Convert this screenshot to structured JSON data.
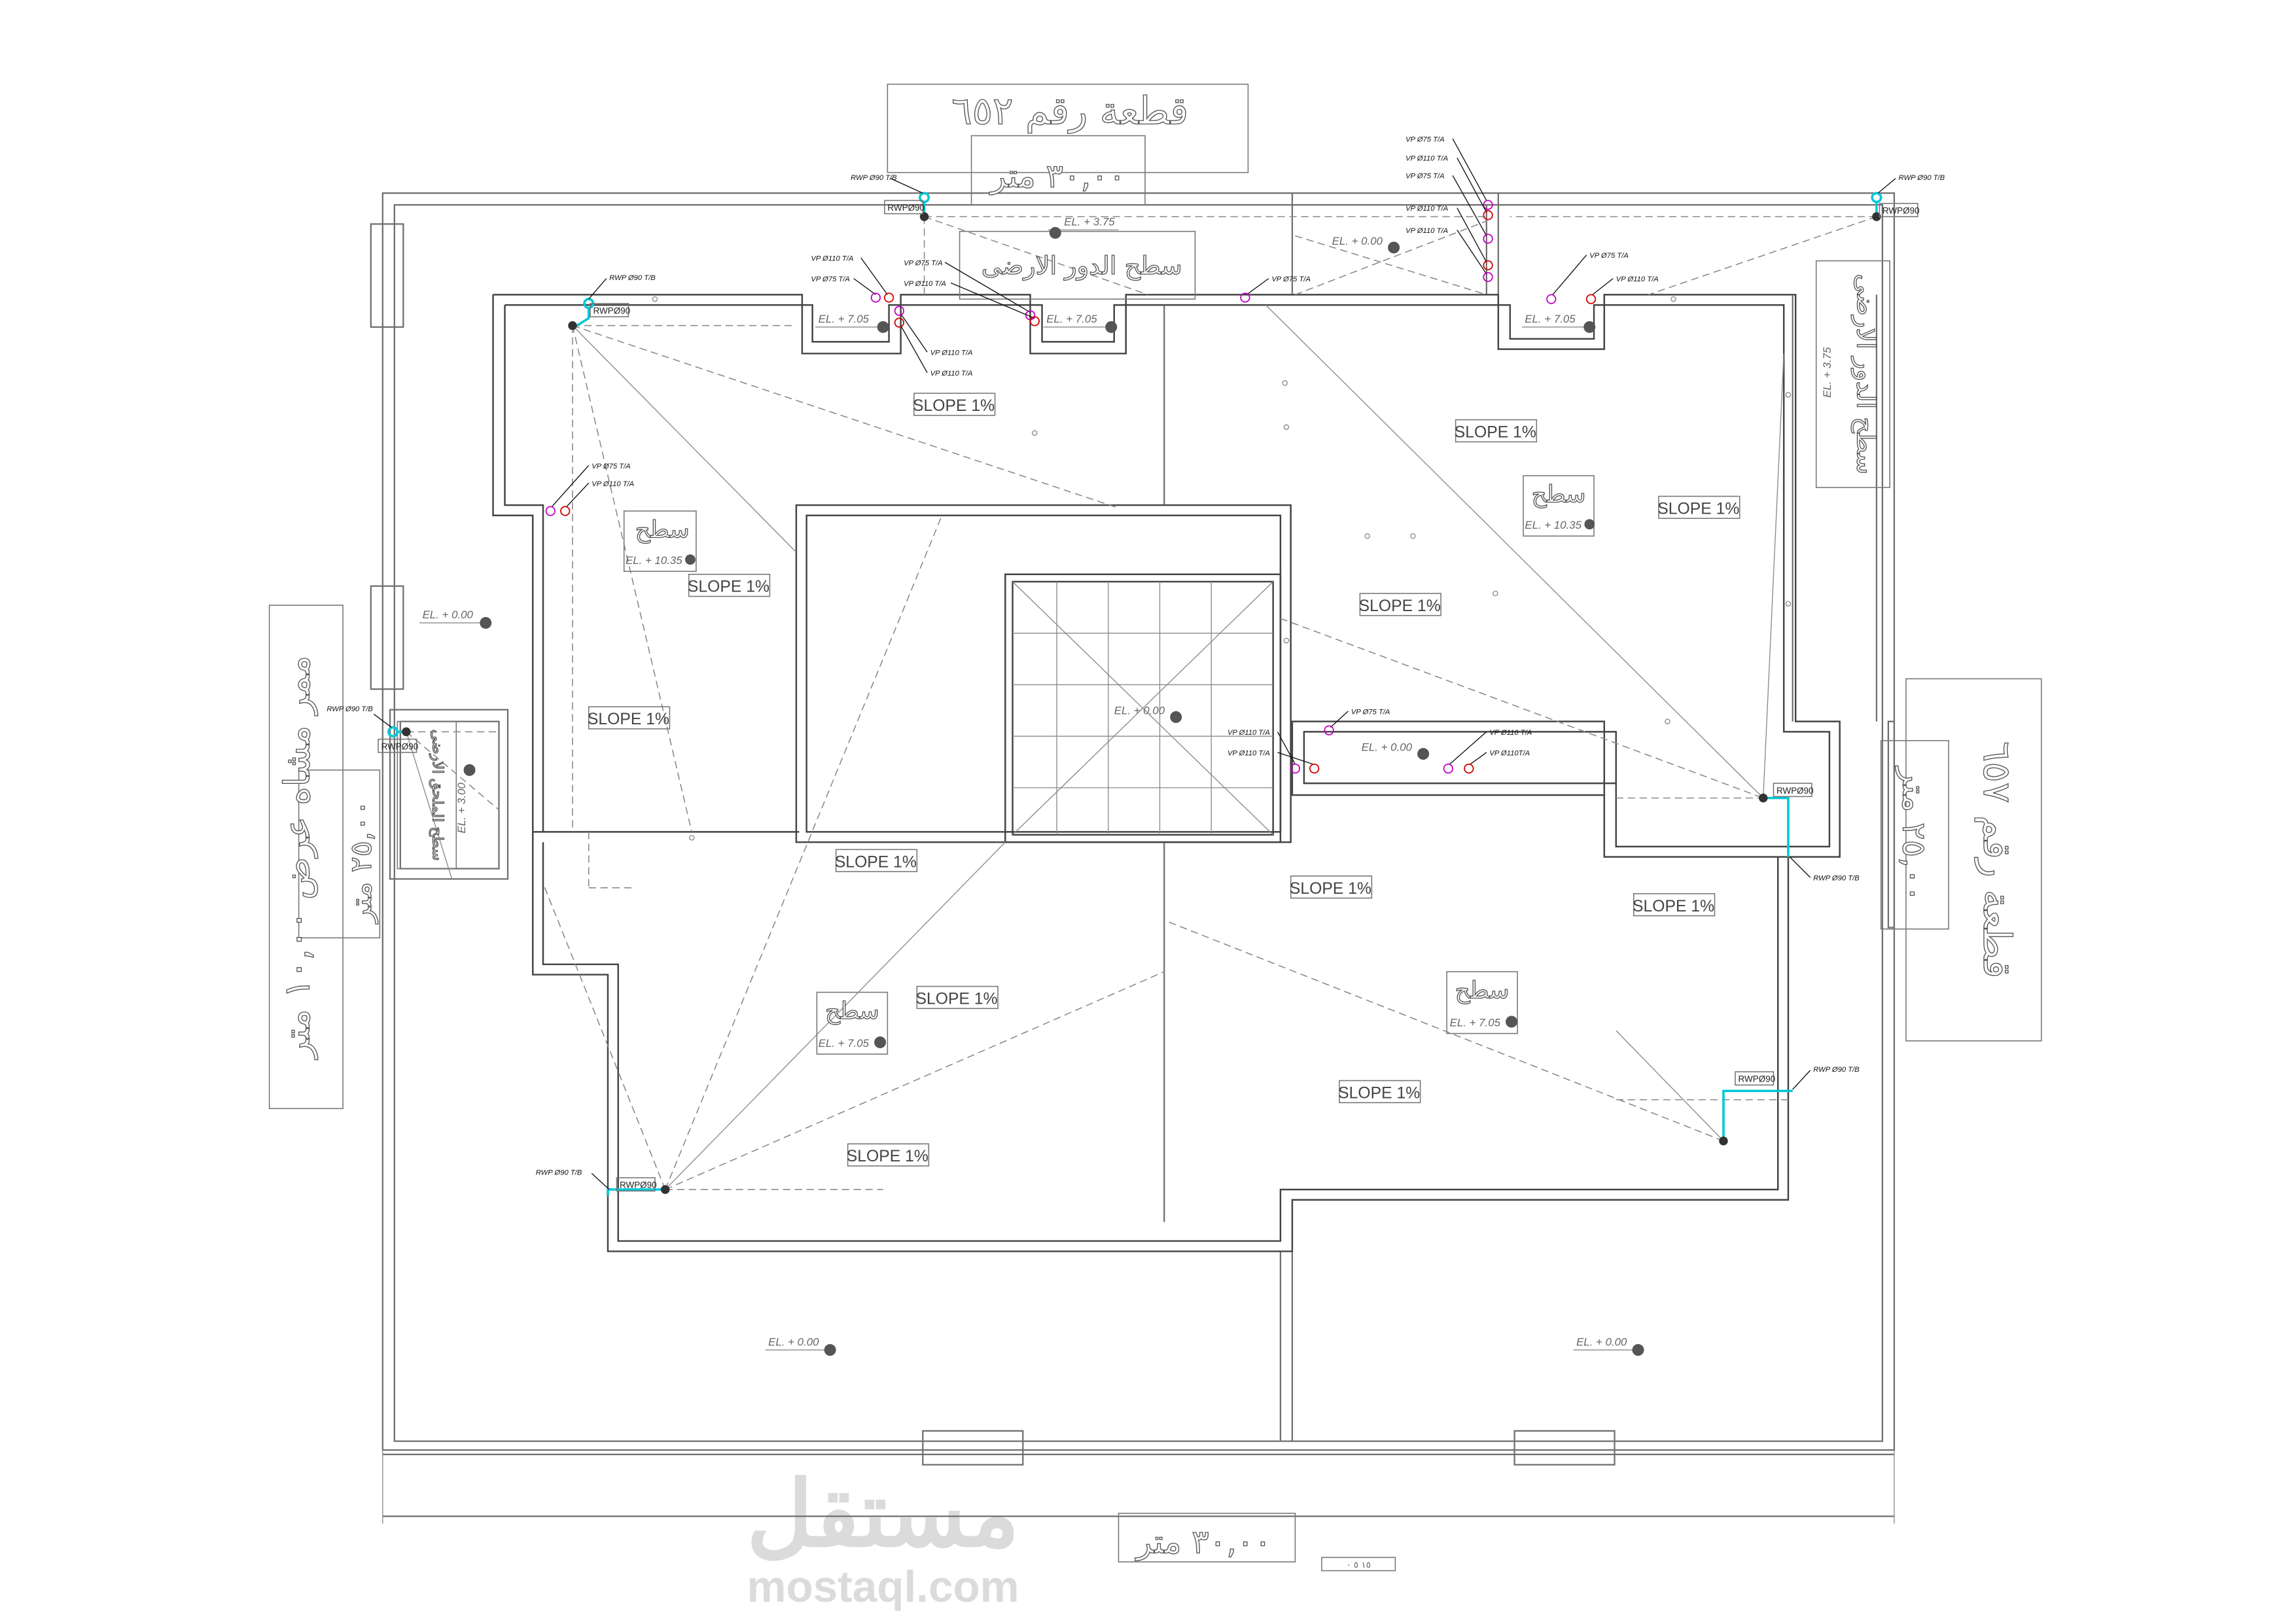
{
  "plots": {
    "north_title": "قطعة رقم ٦٥٢",
    "north_width": "٣٠,٠٠ متر",
    "east_title": "قطعة رقم ٦٥٧",
    "east_width": "٢٥,٠٠ متر",
    "west_title": "ممر مشاه عرض ١٠,٠٠ متر",
    "west_width": "٢٥,٠٠ متر",
    "south_width": "٣٠,٠٠ متر",
    "scale_bar": "١٥      ٥      ٠"
  },
  "roof_labels": {
    "ground_roof_top": "سطح الدور الارضى",
    "ground_roof_right": "سطح الدور الارضى",
    "annex_roof": "سطح الملحق الارضى",
    "roof": "سطح"
  },
  "elevations": {
    "el_375": "EL. + 3.75",
    "el_705": "EL. + 7.05",
    "el_000": "EL. + 0.00",
    "el_1035": "EL. + 10.35",
    "el_300": "EL. + 3.00"
  },
  "slope_label": "SLOPE 1%",
  "pipes": {
    "rwp_tag": "RWP Ø90 T/B",
    "rwp_box": "RWPØ90",
    "vp75": "VP Ø75 T/A",
    "vp110": "VP Ø110 T/A",
    "vp110b": "VP Ø110T/A"
  },
  "watermark": {
    "arabic": "مستقل",
    "latin": "mostaql.com"
  },
  "colors": {
    "vent_75": "#c000c0",
    "vent_110": "#d00000",
    "rain_pipe": "#00c8d8",
    "lines": "#6e6e6e"
  }
}
